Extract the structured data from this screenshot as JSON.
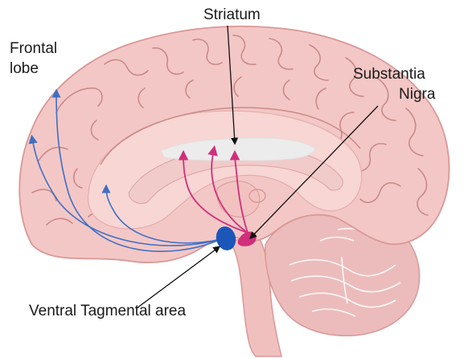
{
  "labels": {
    "striatum": "Striatum",
    "frontal_lobe_line1": "Frontal",
    "frontal_lobe_line2": "lobe",
    "substantia_nigra_line1": "Substantia",
    "substantia_nigra_line2": "Nigra",
    "ventral_tegmental_area": "Ventral Tagmental area"
  },
  "colors": {
    "brain_fill": "#f3c7c6",
    "brain_outline": "#d99896",
    "sulci": "#c98a88",
    "inner_region": "#f7d6d4",
    "striatum_fill": "#ececec",
    "mesolimbic_pathway": "#3f6fc4",
    "nigrostriatal_pathway": "#d12f7b",
    "vta_fill": "#1c56b8",
    "substantia_nigra_fill": "#d12f7b",
    "cerebellum": "#ecbcbc",
    "brainstem": "#f0c0bf",
    "leader_line": "#111111"
  }
}
